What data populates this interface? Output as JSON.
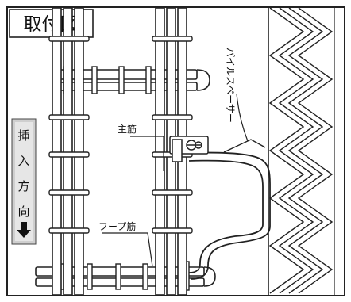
{
  "figure": {
    "title": "取付図",
    "insert_direction": [
      "挿",
      "入",
      "方",
      "向"
    ],
    "labels": {
      "main_rebar": "主筋",
      "hoop_rebar": "フープ筋",
      "pile_spacer": "パイルスペーサー"
    },
    "icons": {
      "arrow": "arrow-down-icon"
    }
  }
}
